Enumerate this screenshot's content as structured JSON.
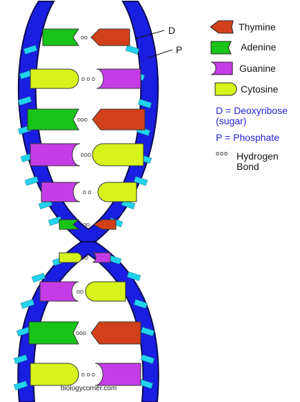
{
  "pointer_labels": {
    "deoxyribose": "D",
    "phosphate": "P"
  },
  "legend": [
    {
      "base": "Thymine",
      "color": "#d1401a",
      "icon": "thymine-piece-icon"
    },
    {
      "base": "Adenine",
      "color": "#17c417",
      "icon": "adenine-piece-icon"
    },
    {
      "base": "Guanine",
      "color": "#c53ce6",
      "icon": "guanine-piece-icon"
    },
    {
      "base": "Cytosine",
      "color": "#d6f31c",
      "icon": "cytosine-piece-icon"
    }
  ],
  "key": {
    "deoxyribose": "D = Deoxyribose (sugar)",
    "phosphate": "P = Phosphate",
    "hydrogen_symbol": "ooo",
    "hydrogen_text": "Hydrogen Bond"
  },
  "colors": {
    "backbone": "#1a1ee0",
    "phosphate": "#22d3ee",
    "thymine": "#d1401a",
    "adenine": "#17c417",
    "guanine": "#c53ce6",
    "cytosine": "#d6f31c"
  },
  "base_pairs": [
    {
      "left": "adenine",
      "right": "thymine",
      "bond": "oo"
    },
    {
      "left": "cytosine",
      "right": "guanine",
      "bond": "o o o"
    },
    {
      "left": "adenine",
      "right": "thymine",
      "bond": "ooo"
    },
    {
      "left": "guanine",
      "right": "cytosine",
      "bond": "ooo"
    },
    {
      "left": "guanine",
      "right": "cytosine",
      "bond": "o o"
    },
    {
      "left": "adenine",
      "right": "thymine",
      "bond": "oo"
    },
    {
      "left": "cytosine",
      "right": "guanine",
      "bond": "oo"
    },
    {
      "left": "guanine",
      "right": "cytosine",
      "bond": "oo"
    },
    {
      "left": "adenine",
      "right": "thymine",
      "bond": "ooo"
    },
    {
      "left": "cytosine",
      "right": "guanine",
      "bond": "o o o"
    }
  ],
  "credit": "biologycorner.com"
}
